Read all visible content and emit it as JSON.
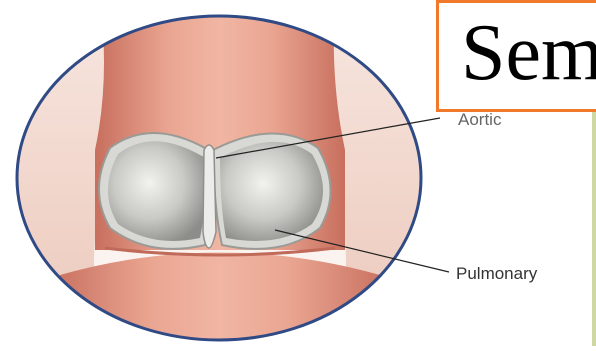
{
  "title": "Sem",
  "labels": {
    "aortic": "Aortic",
    "pulmonary": "Pulmonary"
  },
  "colors": {
    "title_border": "#f07a2a",
    "circle_outline": "#2f4a85",
    "vessel_pink": "#e6a08c",
    "cusp_gray": "#c9c9c5"
  }
}
